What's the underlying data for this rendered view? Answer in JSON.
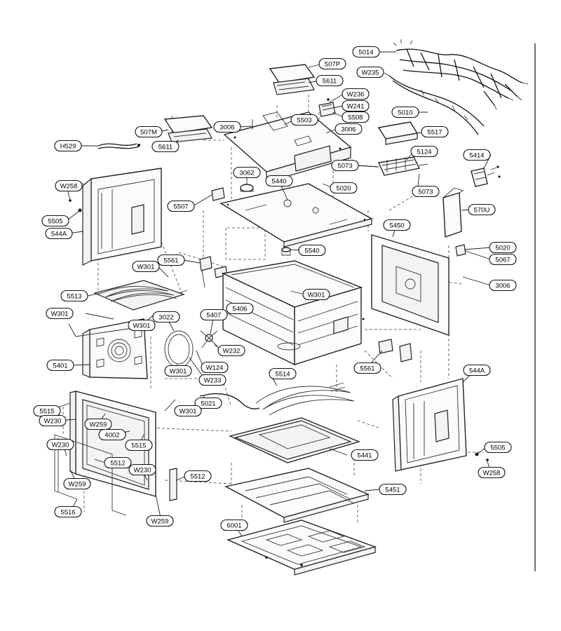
{
  "diagram": {
    "labels": [
      {
        "id": "5014",
        "text": "5014"
      },
      {
        "id": "507P",
        "text": "507P"
      },
      {
        "id": "W235",
        "text": "W235"
      },
      {
        "id": "5611a",
        "text": "5611"
      },
      {
        "id": "W236",
        "text": "W236"
      },
      {
        "id": "W241",
        "text": "W241"
      },
      {
        "id": "5010",
        "text": "5010"
      },
      {
        "id": "5508",
        "text": "5508"
      },
      {
        "id": "507M",
        "text": "507M"
      },
      {
        "id": "3006a",
        "text": "3006"
      },
      {
        "id": "5503",
        "text": "5503"
      },
      {
        "id": "3006b",
        "text": "3006"
      },
      {
        "id": "5517",
        "text": "5517"
      },
      {
        "id": "H529",
        "text": "H529"
      },
      {
        "id": "5611b",
        "text": "5611"
      },
      {
        "id": "5124",
        "text": "5124"
      },
      {
        "id": "5414",
        "text": "5414"
      },
      {
        "id": "5073a",
        "text": "5073"
      },
      {
        "id": "3062",
        "text": "3062"
      },
      {
        "id": "W258a",
        "text": "W258"
      },
      {
        "id": "5440",
        "text": "5440"
      },
      {
        "id": "5020a",
        "text": "5020"
      },
      {
        "id": "5073b",
        "text": "5073"
      },
      {
        "id": "5507",
        "text": "5507"
      },
      {
        "id": "570U",
        "text": "570U"
      },
      {
        "id": "5505a",
        "text": "5505"
      },
      {
        "id": "544Aa",
        "text": "544A"
      },
      {
        "id": "5450",
        "text": "5450"
      },
      {
        "id": "5020b",
        "text": "5020"
      },
      {
        "id": "5540",
        "text": "5540"
      },
      {
        "id": "5067",
        "text": "5067"
      },
      {
        "id": "5561a",
        "text": "5561"
      },
      {
        "id": "W301a",
        "text": "W301"
      },
      {
        "id": "3006c",
        "text": "3006"
      },
      {
        "id": "5513",
        "text": "5513"
      },
      {
        "id": "W301b",
        "text": "W301"
      },
      {
        "id": "5406",
        "text": "5406"
      },
      {
        "id": "W301c",
        "text": "W301"
      },
      {
        "id": "5407",
        "text": "5407"
      },
      {
        "id": "3022",
        "text": "3022"
      },
      {
        "id": "W301d",
        "text": "W301"
      },
      {
        "id": "W232",
        "text": "W232"
      },
      {
        "id": "5561b",
        "text": "5561"
      },
      {
        "id": "5401",
        "text": "5401"
      },
      {
        "id": "W301e",
        "text": "W301"
      },
      {
        "id": "W124",
        "text": "W124"
      },
      {
        "id": "544Ab",
        "text": "544A"
      },
      {
        "id": "5514",
        "text": "5514"
      },
      {
        "id": "W233",
        "text": "W233"
      },
      {
        "id": "5021",
        "text": "5021"
      },
      {
        "id": "5515a",
        "text": "5515"
      },
      {
        "id": "W301f",
        "text": "W301"
      },
      {
        "id": "W230a",
        "text": "W230"
      },
      {
        "id": "W259a",
        "text": "W259"
      },
      {
        "id": "4002",
        "text": "4002"
      },
      {
        "id": "5515b",
        "text": "5515"
      },
      {
        "id": "W230b",
        "text": "W230"
      },
      {
        "id": "5505b",
        "text": "5505"
      },
      {
        "id": "5441",
        "text": "5441"
      },
      {
        "id": "5512a",
        "text": "5512"
      },
      {
        "id": "W230c",
        "text": "W230"
      },
      {
        "id": "W258b",
        "text": "W258"
      },
      {
        "id": "5512b",
        "text": "5512"
      },
      {
        "id": "W259b",
        "text": "W259"
      },
      {
        "id": "5451",
        "text": "5451"
      },
      {
        "id": "5516",
        "text": "5516"
      },
      {
        "id": "W259c",
        "text": "W259"
      },
      {
        "id": "6001",
        "text": "6001"
      }
    ]
  }
}
